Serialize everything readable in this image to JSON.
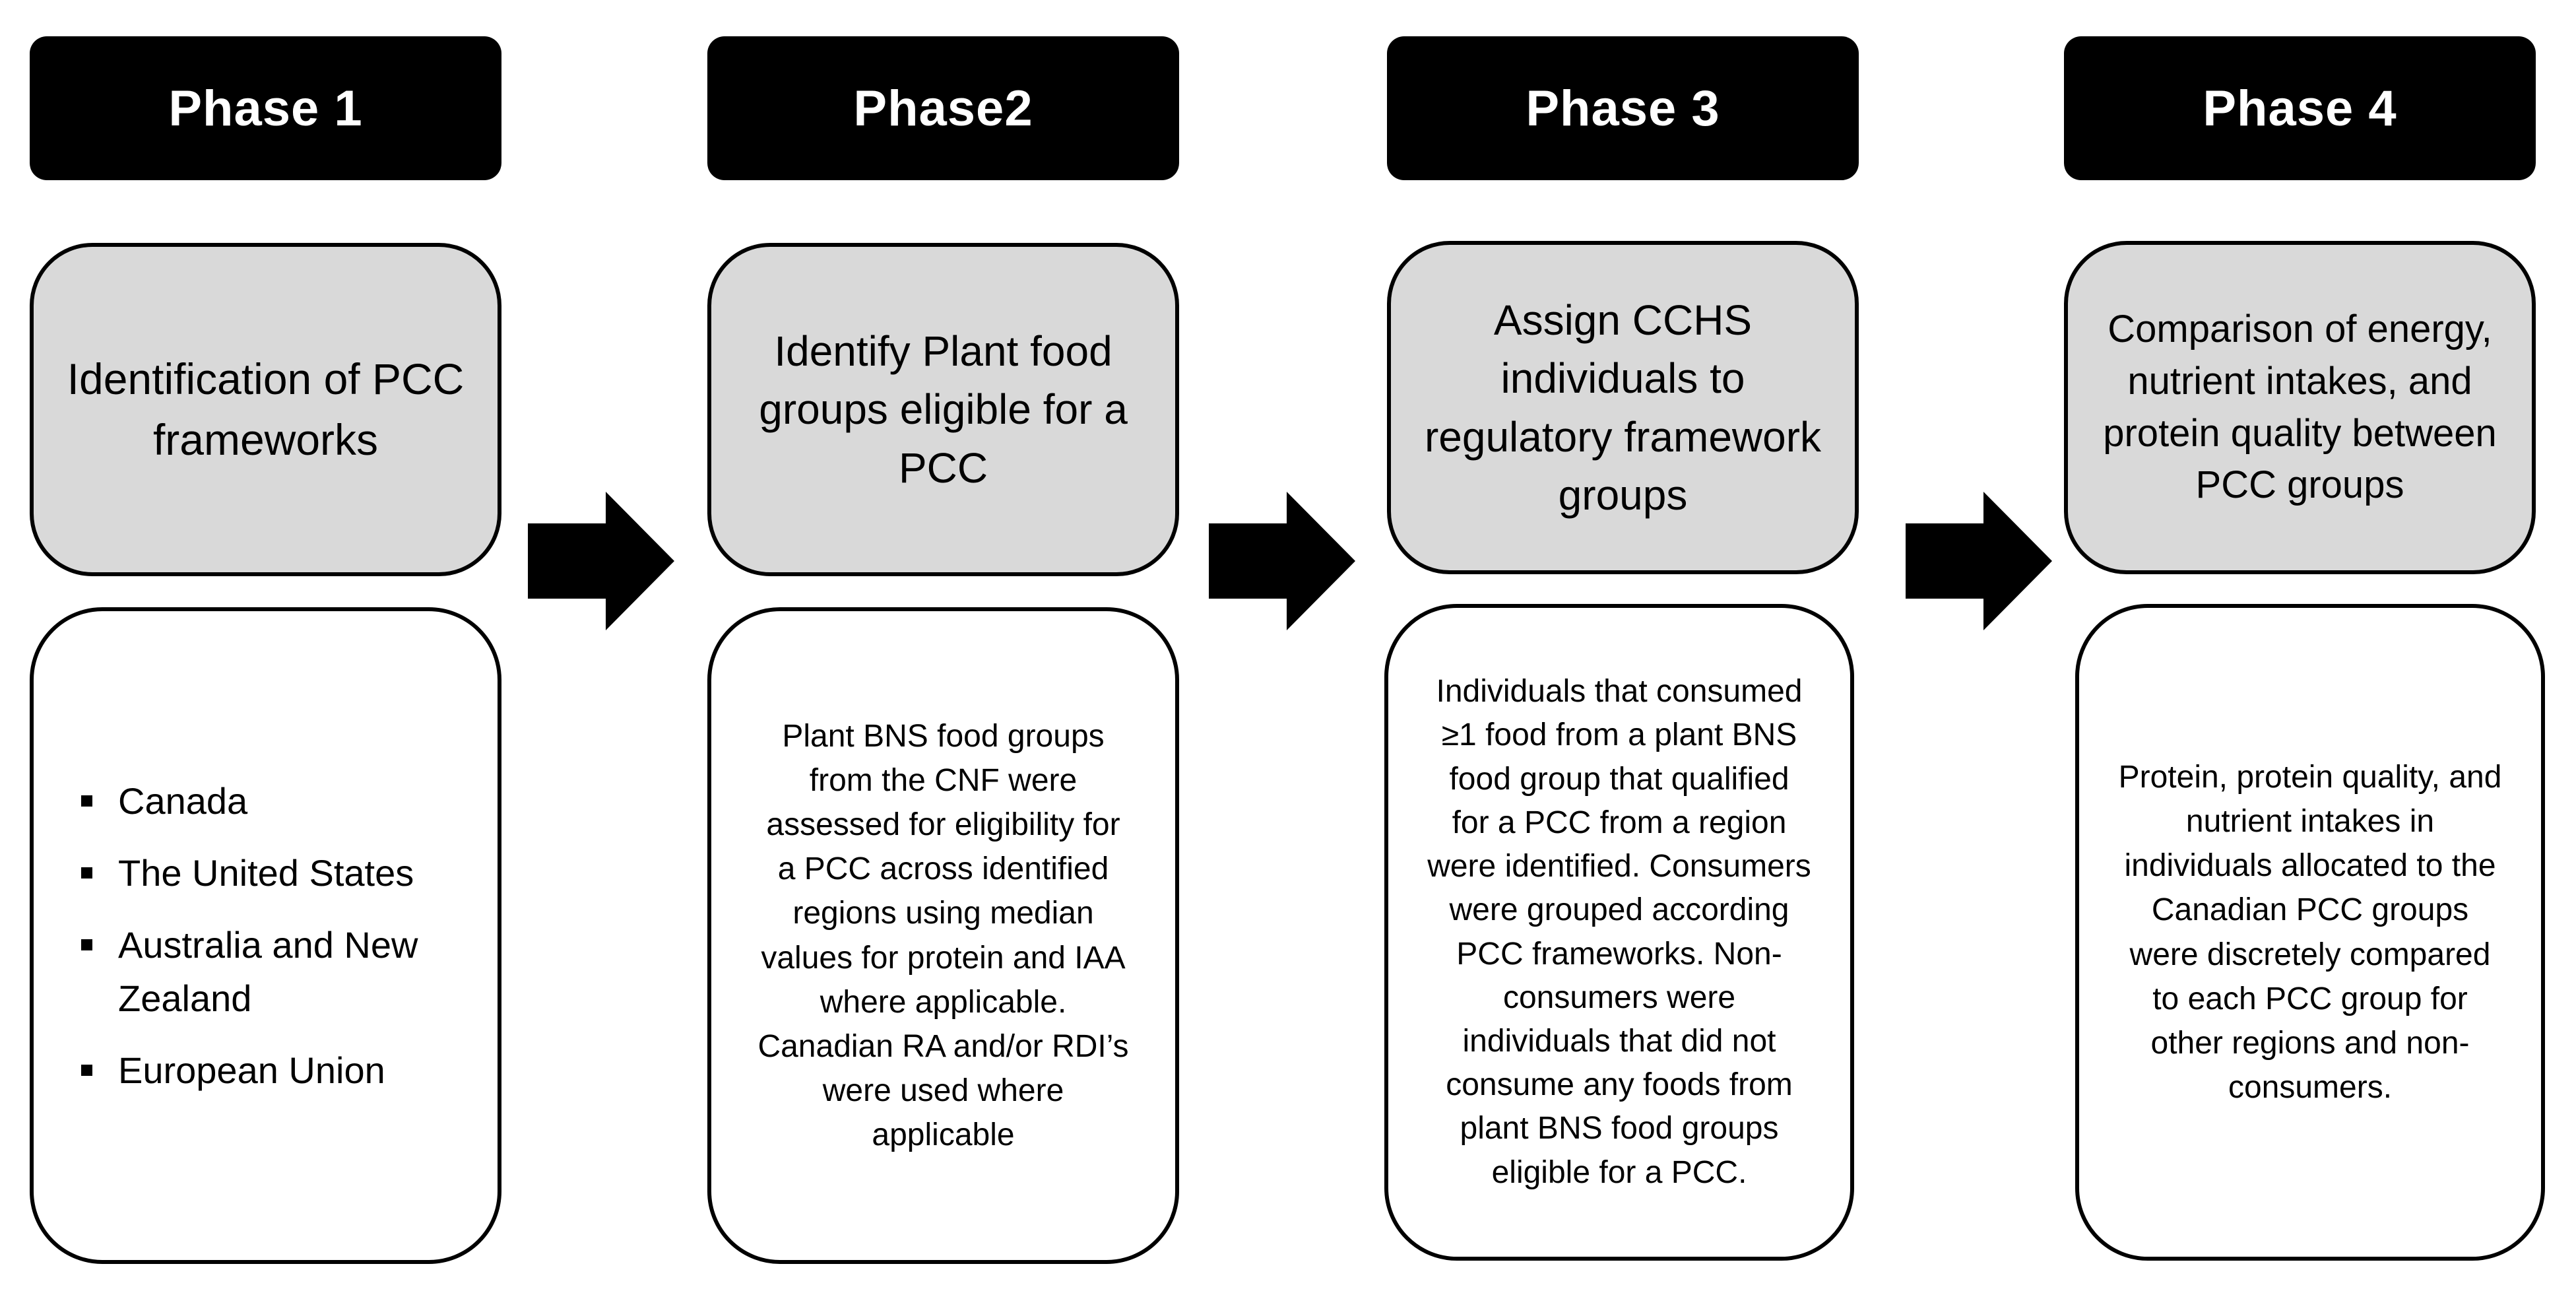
{
  "phases": [
    {
      "header": "Phase 1",
      "title": "Identification of PCC frameworks",
      "bullets": [
        "Canada",
        "The United States",
        "Australia and New Zealand",
        "European Union"
      ]
    },
    {
      "header": "Phase2",
      "title": "Identify Plant food groups eligible for a PCC",
      "description": "Plant BNS food groups from the CNF were assessed for eligibility for a PCC across identified regions using median values for protein and IAA where applicable. Canadian RA and/or RDI’s were used where applicable"
    },
    {
      "header": "Phase 3",
      "title": "Assign CCHS individuals to regulatory framework groups",
      "description": "Individuals that consumed ≥1 food from a plant BNS food group that qualified for a PCC from a region were identified. Consumers were grouped according PCC frameworks. Non-consumers were individuals that did not consume any foods from plant BNS food groups eligible for a PCC."
    },
    {
      "header": "Phase 4",
      "title": "Comparison of energy, nutrient intakes, and protein quality between PCC groups",
      "description": "Protein, protein quality, and nutrient intakes in individuals allocated to the Canadian PCC groups were discretely compared to each PCC group for other regions and non-consumers."
    }
  ],
  "colors": {
    "header_bg": "#000000",
    "header_text": "#ffffff",
    "title_bg": "#d9d9d9",
    "desc_bg": "#ffffff",
    "arrow": "#000000"
  },
  "icons": {
    "arrow": "right-arrow-icon",
    "bullet": "square-bullet-icon"
  }
}
